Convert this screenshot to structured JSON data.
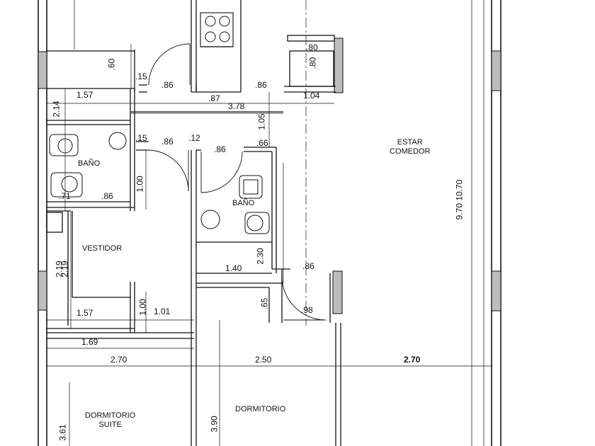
{
  "rooms": {
    "estar": "ESTAR",
    "comedor": "COMEDOR",
    "bano_left": "BAÑO",
    "bano_right": "BAÑO",
    "vestidor": "VESTIDOR",
    "dorm_suite_1": "DORMITORIO",
    "dorm_suite_2": "SUITE",
    "dormitorio": "DORMITORIO"
  },
  "dimensions": {
    "d_060": ".60",
    "d_015_a": ".15",
    "d_086_a": ".86",
    "d_157_a": "1.57",
    "d_087": ".87",
    "d_086_b": ".86",
    "d_080_a": ".80",
    "d_080_b": ".80",
    "d_104": "1.04",
    "d_378": "3.78",
    "d_214": "2.14",
    "d_105": "1.05",
    "d_015_b": ".15",
    "d_086_c": ".86",
    "d_012": ".12",
    "d_086_d": ".86",
    "d_066": ".66",
    "d_100_a": "1.00",
    "d_071": ".71",
    "d_086_e": ".86",
    "d_230": "2.30",
    "d_140": "1.40",
    "d_086_f": ".86",
    "d_219_a": "2.19",
    "d_219_b": "2.19",
    "d_065": ".65",
    "d_098": ".98",
    "d_100_b": "1.00",
    "d_101": "1.01",
    "d_157_b": "1.57",
    "d_169": "1.69",
    "d_270_a": "2.70",
    "d_250": "2.50",
    "d_270_b": "2.70",
    "d_970_1070": "9.70 10.70",
    "d_361": "3.61",
    "d_390": "3.90"
  }
}
